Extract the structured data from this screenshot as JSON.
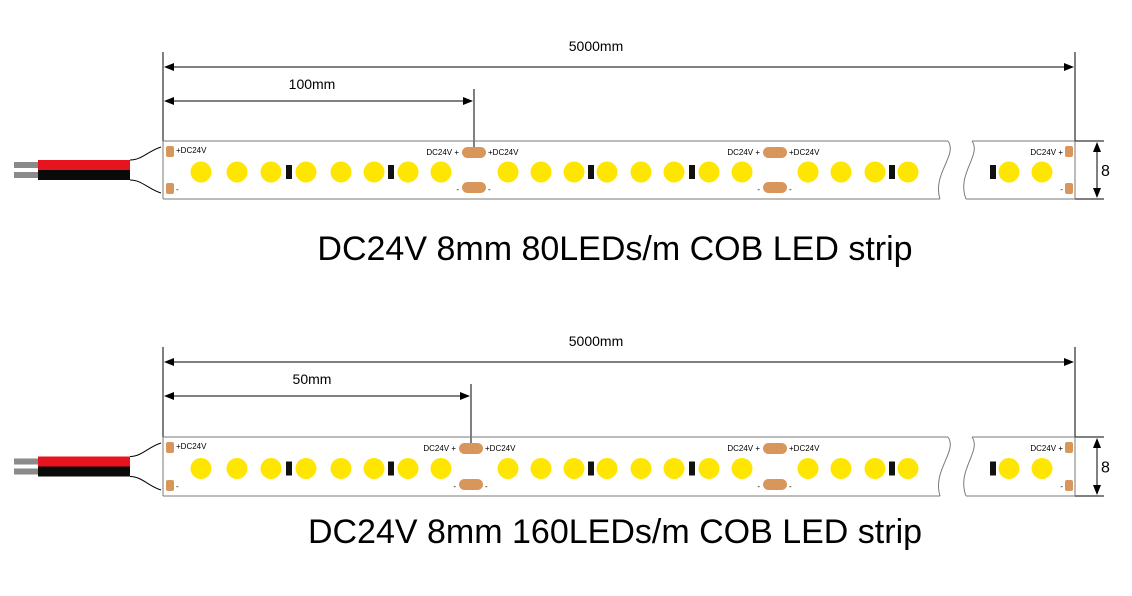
{
  "colors": {
    "led": "#FFE600",
    "pad": "#D9965B",
    "wire_red": "#E6141E",
    "wire_black": "#0A0A0A",
    "wire_tip": "#8A8A8A",
    "ic": "#111111",
    "outline": "#7A7A7A"
  },
  "strips": [
    {
      "total_length": "5000mm",
      "segment_length": "100mm",
      "width": "8",
      "plus_label_start": "+DC24V",
      "plus_label_left": "DC24V +",
      "plus_label_right": "+DC24V",
      "plus_label_end": "DC24V +",
      "minus": "-",
      "caption": "DC24V 8mm 80LEDs/m COB LED strip"
    },
    {
      "total_length": "5000mm",
      "segment_length": "50mm",
      "width": "8",
      "plus_label_start": "+DC24V",
      "plus_label_left": "DC24V +",
      "plus_label_right": "+DC24V",
      "plus_label_end": "DC24V +",
      "minus": "-",
      "caption": "DC24V 8mm 160LEDs/m COB LED strip"
    }
  ]
}
